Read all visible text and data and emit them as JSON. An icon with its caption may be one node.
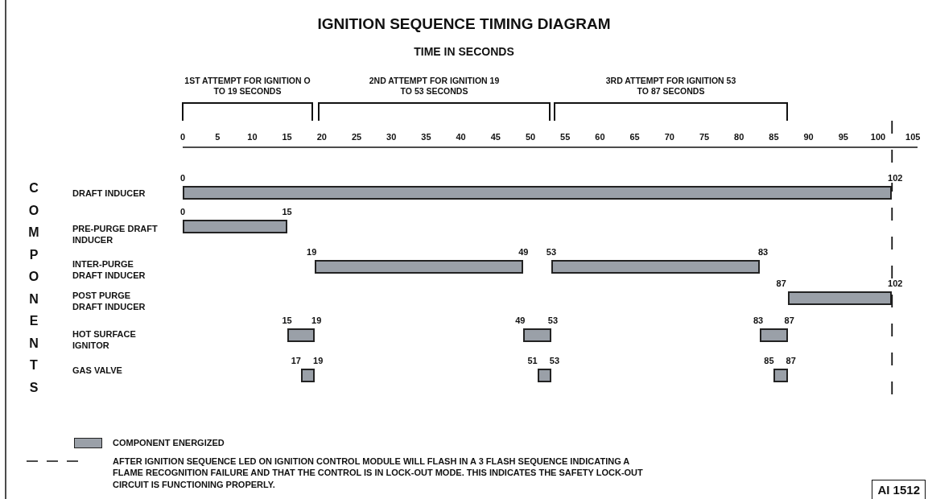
{
  "diagram": {
    "title": "IGNITION SEQUENCE TIMING DIAGRAM",
    "nodes": [
      {
        "text": [],
        "shape": "bar",
        "beside": [
          "0",
          "102"
        ]
      },
      {
        "text": [],
        "shape": "bar",
        "beside": [
          "0",
          "15"
        ]
      },
      {
        "text": [],
        "shape": "bar",
        "beside": [
          "19",
          "49"
        ]
      },
      {
        "text": [],
        "shape": "bar",
        "beside": [
          "53",
          "83"
        ]
      },
      {
        "text": [],
        "shape": "bar",
        "beside": [
          "87",
          "102"
        ]
      },
      {
        "text": [],
        "shape": "bar",
        "beside": [
          "15",
          "19"
        ]
      },
      {
        "text": [],
        "shape": "bar",
        "beside": [
          "49",
          "53"
        ]
      },
      {
        "text": [],
        "shape": "bar",
        "beside": [
          "83",
          "87"
        ]
      },
      {
        "text": [],
        "shape": "bar",
        "beside": [
          "17",
          "19"
        ]
      },
      {
        "text": [],
        "shape": "bar",
        "beside": [
          "51",
          "53"
        ]
      },
      {
        "text": [],
        "shape": "bar",
        "beside": [
          "85",
          "87"
        ]
      }
    ],
    "labels": [
      "TIME IN SECONDS",
      "1ST ATTEMPT FOR IGNITION O TO 19 SECONDS",
      "2ND ATTEMPT FOR IGNITION 19 TO 53 SECONDS",
      "3RD ATTEMPT FOR IGNITION 53 TO 87 SECONDS",
      "0",
      "5",
      "10",
      "15",
      "20",
      "25",
      "30",
      "35",
      "40",
      "45",
      "50",
      "55",
      "60",
      "65",
      "70",
      "75",
      "80",
      "85",
      "90",
      "95",
      "100",
      "105",
      "COMPONENTS",
      "DRAFT INDUCER",
      "PRE-PURGE DRAFT INDUCER",
      "INTER-PURGE DRAFT INDUCER",
      "POST PURGE DRAFT INDUCER",
      "HOT SURFACE IGNITOR",
      "GAS VALVE",
      "AI 1512"
    ],
    "legend": [
      {
        "text": "COMPONENT ENERGIZED",
        "color": "#9aa0a8"
      },
      {
        "text": "AFTER IGNITION SEQUENCE LED ON IGNITION CONTROL MODULE WILL FLASH IN A 3 FLASH SEQUENCE INDICATING A FLAME RECOGNITION FAILURE AND THAT THE CONTROL IS IN LOCK-OUT MODE. THIS INDICATES THE SAFETY LOCK-OUT CIRCUIT IS FUNCTIONING PROPERLY."
      }
    ]
  }
}
